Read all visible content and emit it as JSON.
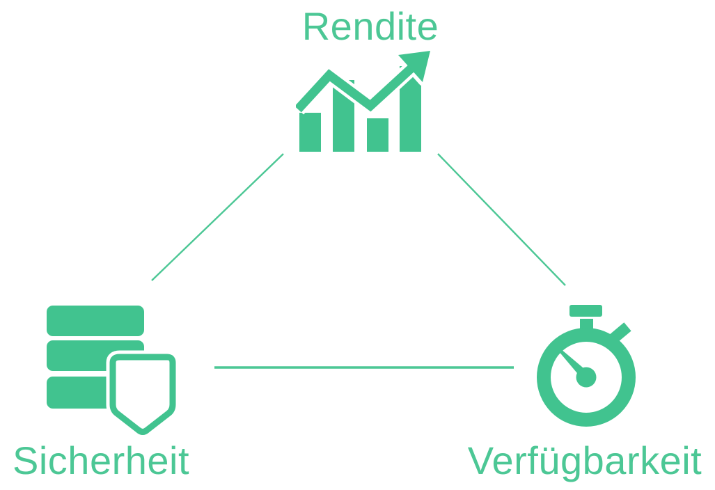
{
  "colors": {
    "accent": "#41c38f",
    "label": "#4cc795",
    "line": "#4cc795",
    "background": "#ffffff"
  },
  "nodes": {
    "top": {
      "label": "Rendite",
      "icon": "growth-chart-icon"
    },
    "bottom_left": {
      "label": "Sicherheit",
      "icon": "database-shield-icon"
    },
    "bottom_right": {
      "label": "Verfügbarkeit",
      "icon": "stopwatch-icon"
    }
  },
  "connectors": [
    {
      "from": "top",
      "to": "bottom_left"
    },
    {
      "from": "top",
      "to": "bottom_right"
    },
    {
      "from": "bottom_left",
      "to": "bottom_right"
    }
  ]
}
